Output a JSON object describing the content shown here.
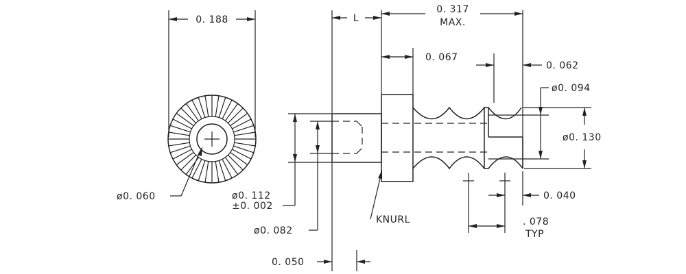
{
  "labels": {
    "dim_0188": "0. 188",
    "dim_L": "L",
    "dim_0317": "0. 317",
    "dim_max": "MAX.",
    "dim_0067": "0. 067",
    "dim_0062": "0. 062",
    "dim_0094": "ø0. 094",
    "dim_0130": "ø0. 130",
    "dim_0060": "ø0. 060",
    "dim_0112": "ø0. 112",
    "dim_tol": "±0. 002",
    "dim_0082": "ø0. 082",
    "knurl": "KNURL",
    "dim_0040": "0. 040",
    "dim_078": ". 078",
    "dim_typ": "TYP",
    "dim_0050": "0. 050"
  }
}
